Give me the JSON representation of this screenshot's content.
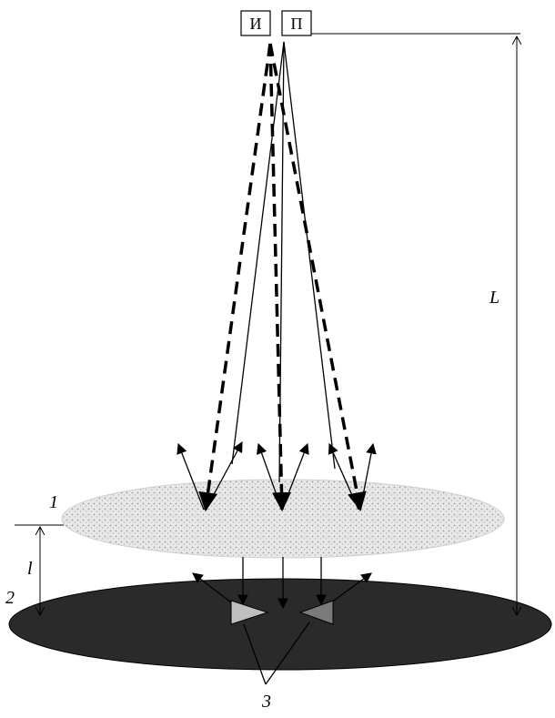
{
  "labels": {
    "source": "И",
    "receiver": "П",
    "distance_total": "L",
    "distance_layer": "l",
    "layer_index": "1",
    "surface_index": "2",
    "objects_index": "3"
  },
  "colors": {
    "layer_fill": "#e6e6e6",
    "layer_dots": "#9a9a9a",
    "surface_fill": "#2a2a2a",
    "object_light": "#bfbfbf",
    "object_dark": "#7a7a7a",
    "stroke": "#000000"
  }
}
